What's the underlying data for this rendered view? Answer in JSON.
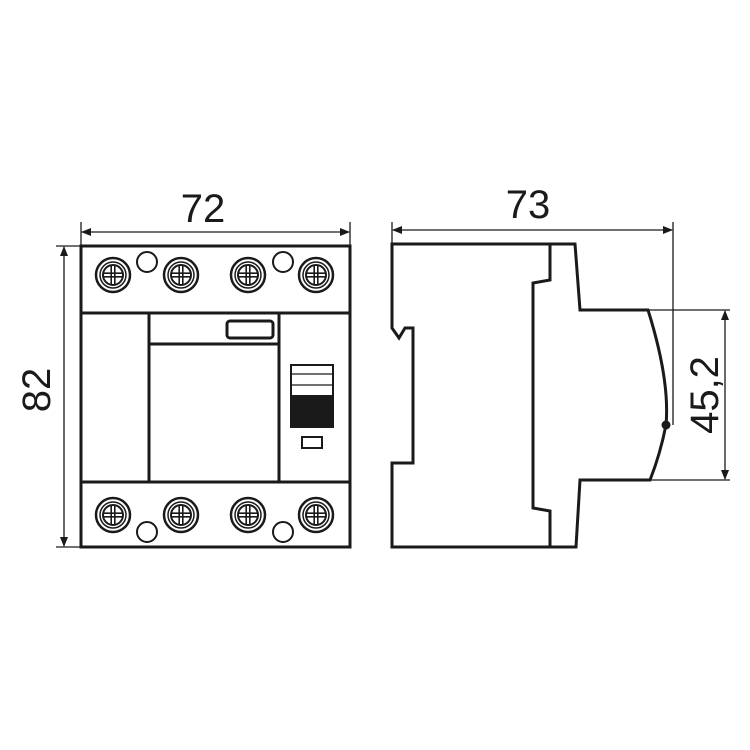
{
  "drawing": {
    "front_view": {
      "width_label": "72",
      "height_label": "82"
    },
    "side_view": {
      "depth_label": "73",
      "front_height_label": "45,2"
    },
    "line_color": "#1a1a1a"
  }
}
